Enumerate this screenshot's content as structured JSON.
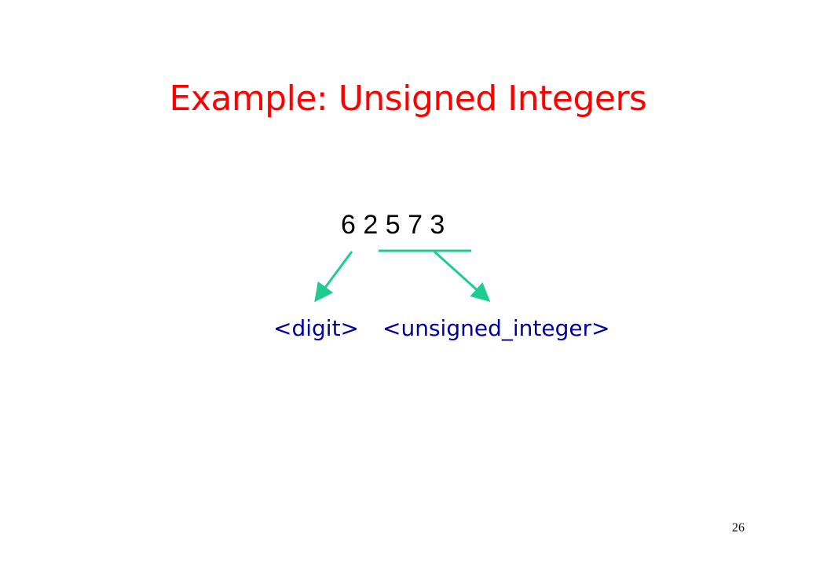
{
  "slide": {
    "title": "Example: Unsigned Integers",
    "digits": "6 2 5 7 3",
    "nonterminal_digit": "<digit>",
    "nonterminal_unsigned_integer": "<unsigned_integer>",
    "page_number": "26",
    "colors": {
      "title": "#ff0000",
      "nonterminal": "#0000a0",
      "arrow": "#1fcc8f"
    }
  }
}
